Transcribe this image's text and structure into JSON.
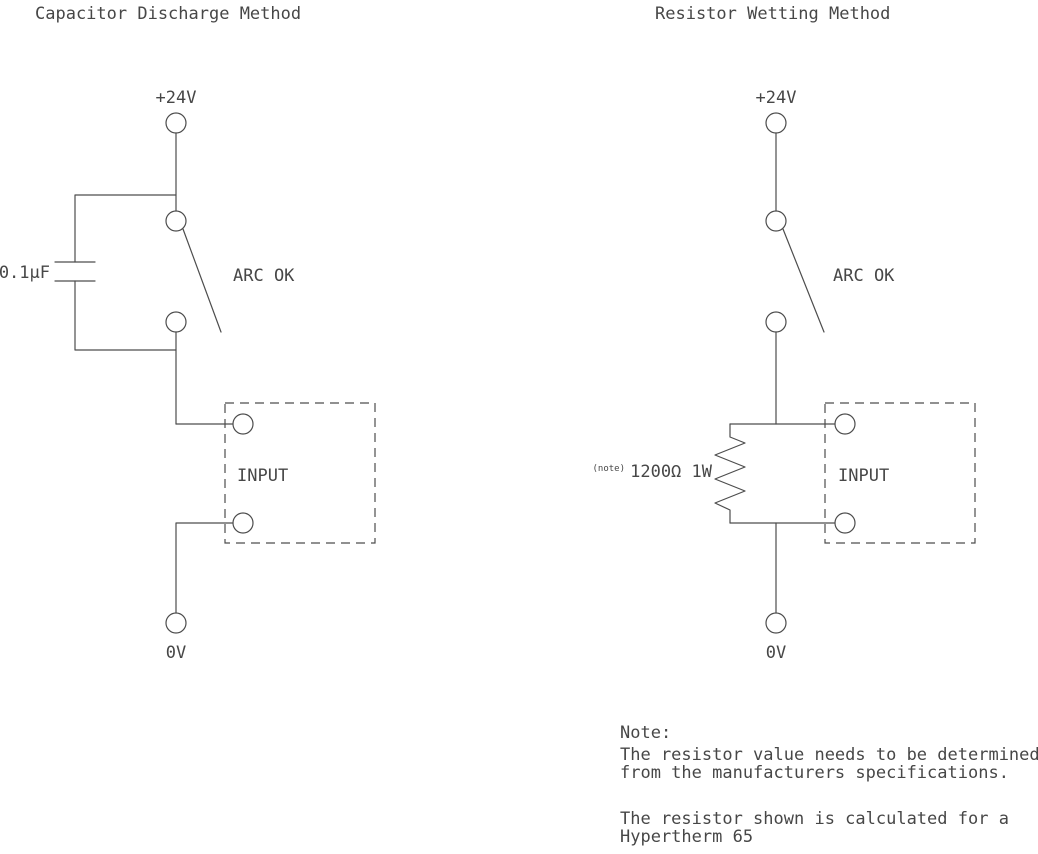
{
  "left_circuit": {
    "title": "Capacitor Discharge Method",
    "supply_label": "+24V",
    "switch_label": "ARC OK",
    "capacitor_label": "0.1µF",
    "input_label": "INPUT",
    "ground_label": "0V"
  },
  "right_circuit": {
    "title": "Resistor Wetting Method",
    "supply_label": "+24V",
    "switch_label": "ARC OK",
    "resistor_note_marker": "(note)",
    "resistor_label": "1200Ω 1W",
    "input_label": "INPUT",
    "ground_label": "0V"
  },
  "note": {
    "heading": "Note:",
    "lines": [
      "The resistor value needs to be determined",
      "from the manufacturers specifications.",
      "The resistor shown is calculated for a",
      "Hypertherm 65"
    ]
  }
}
